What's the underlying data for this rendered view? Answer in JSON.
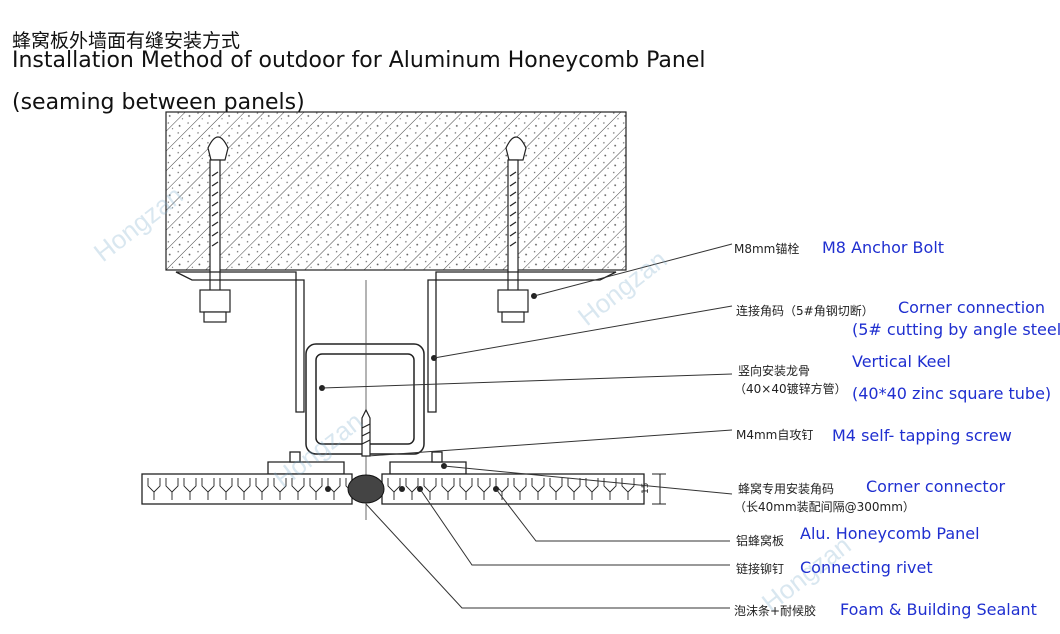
{
  "title": {
    "cn": "蜂窝板外墙面有缝安装方式",
    "en": "Installation Method of outdoor for Aluminum Honeycomb Panel",
    "sub": "(seaming between panels)"
  },
  "watermark": "Hongzan",
  "colors": {
    "label_blue": "#1f2fd0",
    "line": "#222222"
  },
  "labels": [
    {
      "id": "anchor-bolt",
      "cn": "M8mm锚栓",
      "en": [
        "M8 Anchor Bolt"
      ]
    },
    {
      "id": "corner-connection",
      "cn": "连接角码（5#角钢切断）",
      "en": [
        "Corner connection",
        "(5# cutting by angle steel)"
      ]
    },
    {
      "id": "vertical-keel",
      "cn": "竖向安装龙骨",
      "cn2": "（40×40镀锌方管）",
      "en": [
        "Vertical Keel",
        "(40*40 zinc square tube)"
      ]
    },
    {
      "id": "tapping-screw",
      "cn": "M4mm自攻钉",
      "en": [
        "M4 self- tapping screw"
      ]
    },
    {
      "id": "corner-connector",
      "cn": "蜂窝专用安装角码",
      "cn2": "（长40mm装配间隔@300mm）",
      "en": [
        "Corner connector"
      ]
    },
    {
      "id": "honeycomb-panel",
      "cn": "铝蜂窝板",
      "en": [
        "Alu. Honeycomb Panel"
      ]
    },
    {
      "id": "connecting-rivet",
      "cn": "链接铆钉",
      "en": [
        "Connecting rivet"
      ]
    },
    {
      "id": "foam-sealant",
      "cn": "泡沫条+耐候胶",
      "en": [
        "Foam & Building Sealant"
      ]
    }
  ],
  "dimension": "15"
}
